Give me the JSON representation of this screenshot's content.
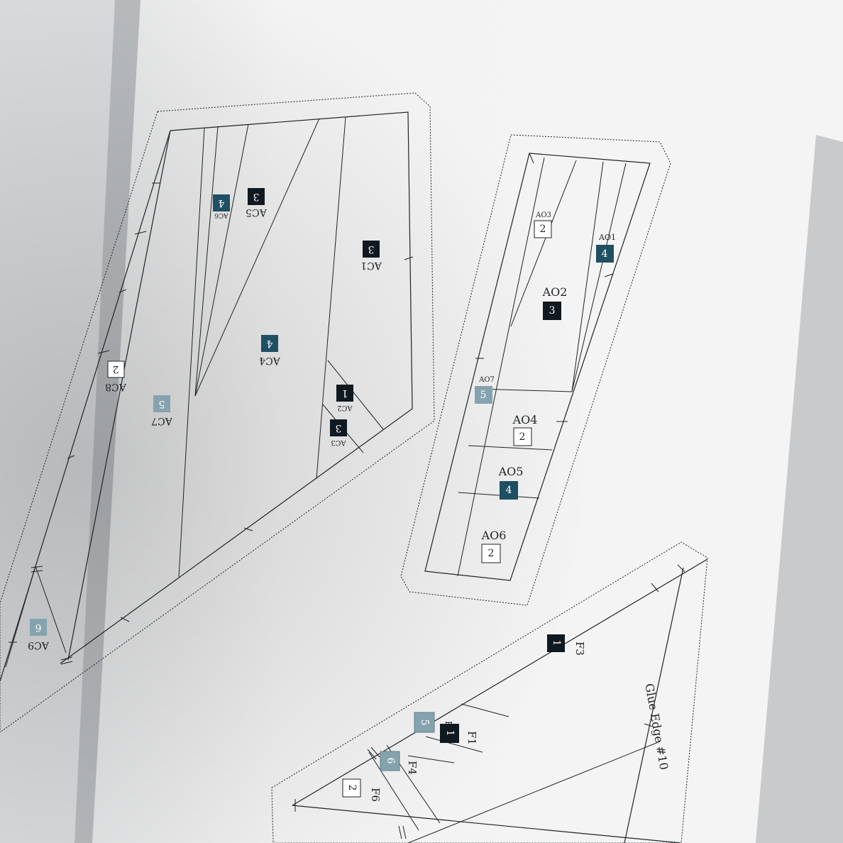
{
  "colors": {
    "dark": "#10191f",
    "teal": "#1f4f62",
    "light_teal": "#85a3ae",
    "paper": "#f2f2f2",
    "line": "#1e2326"
  },
  "template_ac": {
    "pieces": [
      {
        "label": "AC1",
        "number": "3",
        "style": "dark"
      },
      {
        "label": "AC2",
        "number": "1",
        "style": "dark"
      },
      {
        "label": "AC3",
        "number": "3",
        "style": "dark"
      },
      {
        "label": "AC4",
        "number": "4",
        "style": "teal"
      },
      {
        "label": "AC5",
        "number": "3",
        "style": "dark"
      },
      {
        "label": "AC6",
        "number": "4",
        "style": "teal"
      },
      {
        "label": "AC7",
        "number": "5",
        "style": "light"
      },
      {
        "label": "AC8",
        "number": "2",
        "style": "outline"
      },
      {
        "label": "AC9",
        "number": "6",
        "style": "light"
      }
    ]
  },
  "template_ao": {
    "pieces": [
      {
        "label": "AO1",
        "number": "4",
        "style": "teal"
      },
      {
        "label": "AO2",
        "number": "3",
        "style": "dark"
      },
      {
        "label": "AO3",
        "number": "2",
        "style": "outline"
      },
      {
        "label": "AO4",
        "number": "2",
        "style": "outline"
      },
      {
        "label": "AO5",
        "number": "4",
        "style": "teal"
      },
      {
        "label": "AO6",
        "number": "2",
        "style": "outline"
      },
      {
        "label": "AO7",
        "number": "5",
        "style": "light"
      }
    ]
  },
  "template_f": {
    "pieces": [
      {
        "label": "F1",
        "number": "1",
        "style": "dark"
      },
      {
        "label": "F3",
        "number": "1",
        "style": "dark"
      },
      {
        "label": "F4",
        "number": "6",
        "style": "light"
      },
      {
        "label": "F5",
        "number": "5",
        "style": "light"
      },
      {
        "label": "F6",
        "number": "2",
        "style": "outline"
      }
    ],
    "edge_note": "Glue Edge #10"
  }
}
